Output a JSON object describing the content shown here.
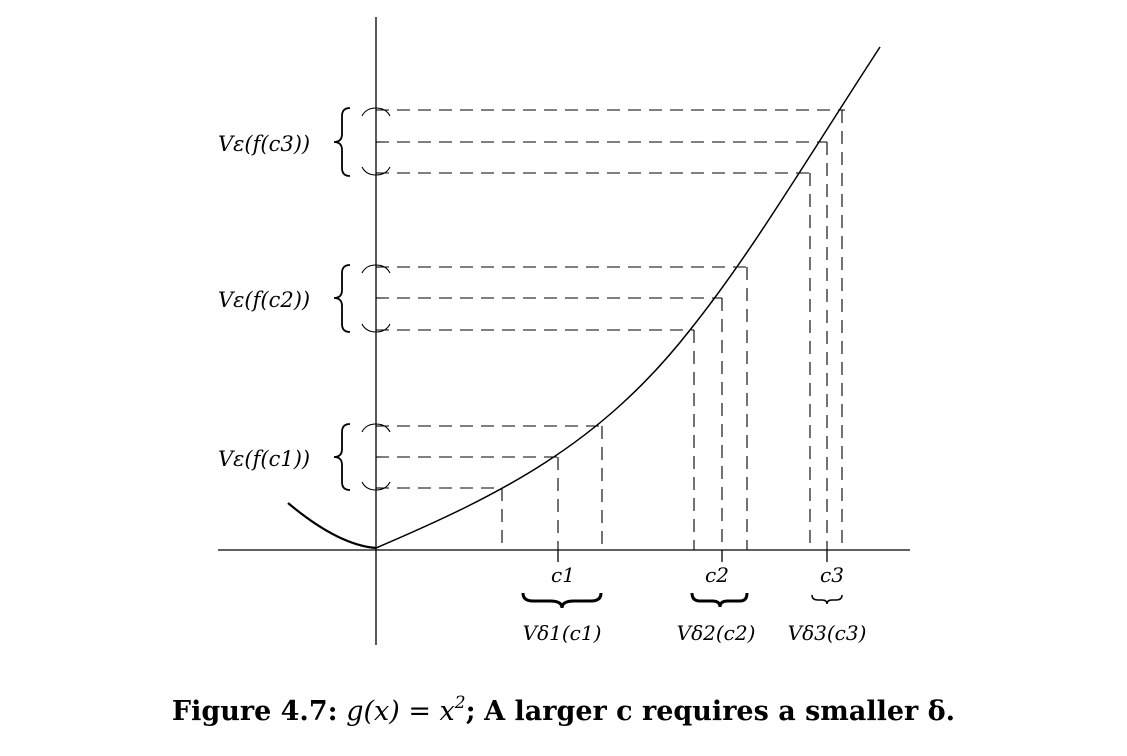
{
  "figure": {
    "y_labels": [
      "Vε(f(c3))",
      "Vε(f(c2))",
      "Vε(f(c1))"
    ],
    "c_labels": [
      "c1",
      "c2",
      "c3"
    ],
    "delta_labels": [
      "Vδ1(c1)",
      "Vδ2(c2)",
      "Vδ3(c3)"
    ]
  },
  "caption": {
    "lead": "Figure 4.7:",
    "func": "g(x) = x",
    "exponent": "2",
    "sep": ";",
    "tail": "A larger c requires a smaller δ."
  }
}
